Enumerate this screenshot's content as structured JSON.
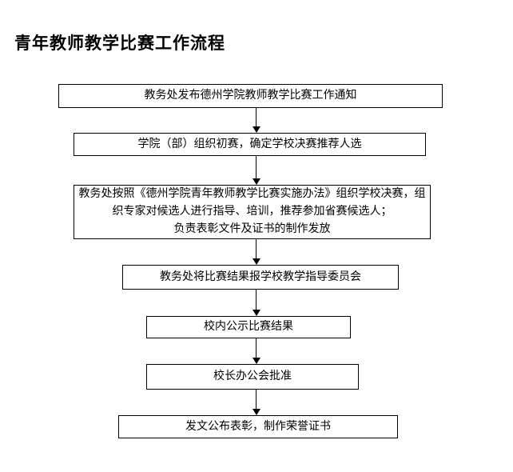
{
  "title": "青年教师教学比赛工作流程",
  "flowchart": {
    "colors": {
      "border": "#000000",
      "background": "#ffffff",
      "text": "#000000"
    },
    "steps": [
      {
        "text": "教务处发布德州学院教师教学比赛工作通知"
      },
      {
        "text": "学院（部）组织初赛，确定学校决赛推荐人选"
      },
      {
        "lines": [
          "教务处按照《德州学院青年教师教学比赛实施办法》组织学校决赛，组",
          "织专家对候选人进行指导、培训，推荐参加省赛候选人；",
          "负责表彰文件及证书的制作发放"
        ]
      },
      {
        "text": "教务处将比赛结果报学校教学指导委员会"
      },
      {
        "text": "校内公示比赛结果"
      },
      {
        "text": "校长办公会批准"
      },
      {
        "text": "发文公布表彰，制作荣誉证书"
      }
    ]
  }
}
